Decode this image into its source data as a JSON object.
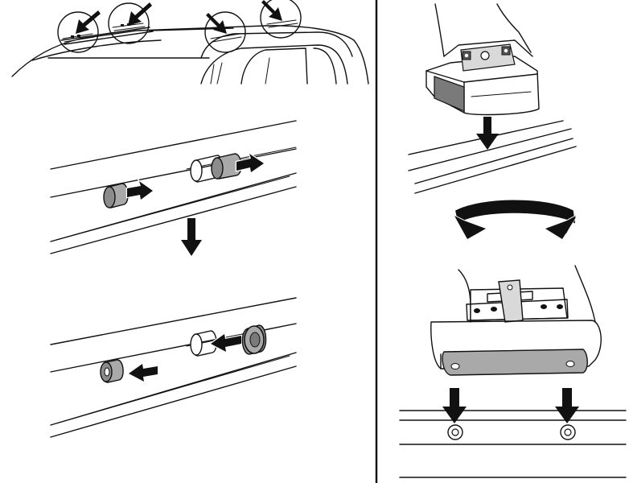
{
  "figure": {
    "panels": [
      {
        "id": "left",
        "steps": [
          "car-roof-mount-points",
          "slide-plugs-out",
          "insert-fixing-nuts"
        ]
      },
      {
        "id": "right",
        "steps": [
          "lower-foot-onto-rail",
          "rotate-foot",
          "bolt-clamp-plate-to-rail"
        ]
      }
    ],
    "colors": {
      "line": "#111111",
      "fill_gray": "#a9a9a9",
      "background": "#ffffff"
    }
  }
}
